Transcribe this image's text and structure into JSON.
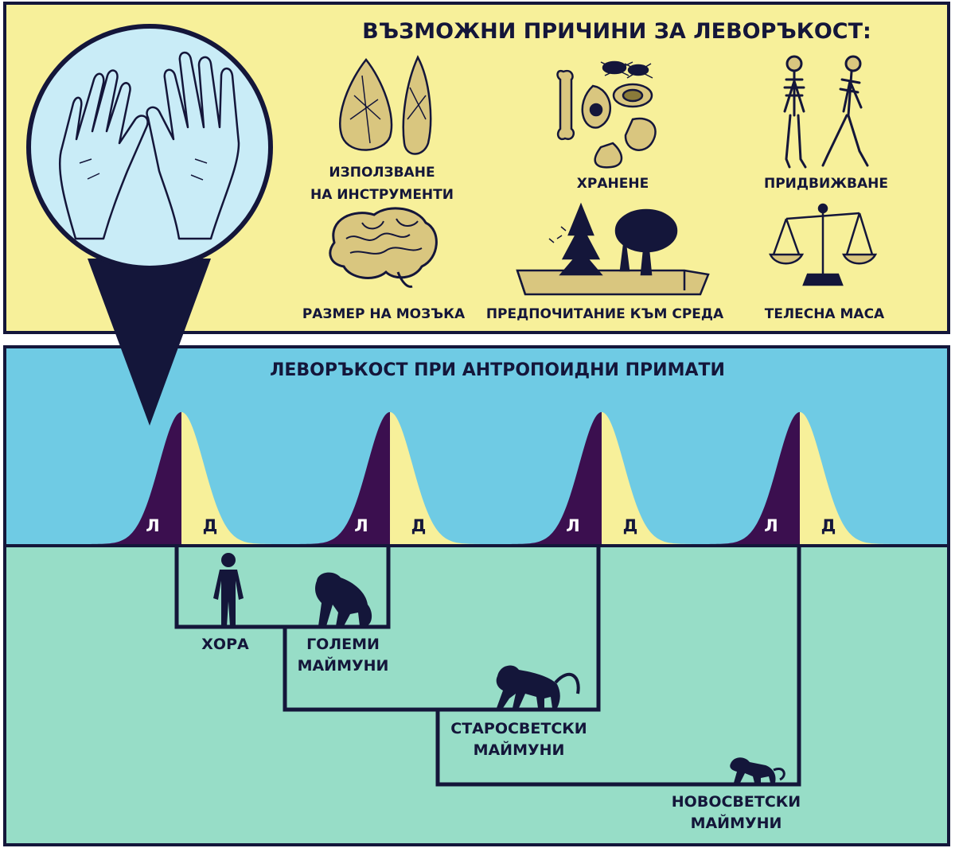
{
  "top_panel": {
    "title": "ВЪЗМОЖНИ ПРИЧИНИ ЗА ЛЕВОРЪКОСТ:",
    "causes": [
      {
        "lines": [
          "ИЗПОЛЗВАНЕ",
          "НА ИНСТРУМЕНТИ"
        ],
        "icon": "stone-tools-icon"
      },
      {
        "lines": [
          "ХРАНЕНЕ"
        ],
        "icon": "food-icon"
      },
      {
        "lines": [
          "ПРИДВИЖВАНЕ"
        ],
        "icon": "skeleton-icon"
      },
      {
        "lines": [
          "РАЗМЕР НА МОЗЪКА"
        ],
        "icon": "brain-icon"
      },
      {
        "lines": [
          "ПРЕДПОЧИТАНИЕ КЪМ СРЕДА"
        ],
        "icon": "landscape-icon"
      },
      {
        "lines": [
          "ТЕЛЕСНА МАСА"
        ],
        "icon": "scales-icon"
      }
    ]
  },
  "middle_panel": {
    "title": "ЛЕВОРЪКОСТ ПРИ АНТРОПОИДНИ ПРИМАТИ",
    "distributions": [
      {
        "left": "Л",
        "right": "Д"
      },
      {
        "left": "Л",
        "right": "Д"
      },
      {
        "left": "Л",
        "right": "Д"
      },
      {
        "left": "Л",
        "right": "Д"
      }
    ]
  },
  "groups": [
    {
      "lines": [
        "ХОРА"
      ],
      "icon": "human-icon"
    },
    {
      "lines": [
        "ГОЛЕМИ",
        "МАЙМУНИ"
      ],
      "icon": "gorilla-icon"
    },
    {
      "lines": [
        "СТАРОСВЕТСКИ",
        "МАЙМУНИ"
      ],
      "icon": "old-world-monkey-icon"
    },
    {
      "lines": [
        "НОВОСВЕТСКИ",
        "МАЙМУНИ"
      ],
      "icon": "new-world-monkey-icon"
    }
  ],
  "colors": {
    "top_bg": "#f7f09a",
    "mid_bg": "#6fcbe4",
    "bottom_bg": "#97ddc7",
    "left_fill": "#3b0f4f",
    "right_fill": "#f7f09a",
    "outline": "#14163a",
    "lens": "#c9ecf7"
  }
}
